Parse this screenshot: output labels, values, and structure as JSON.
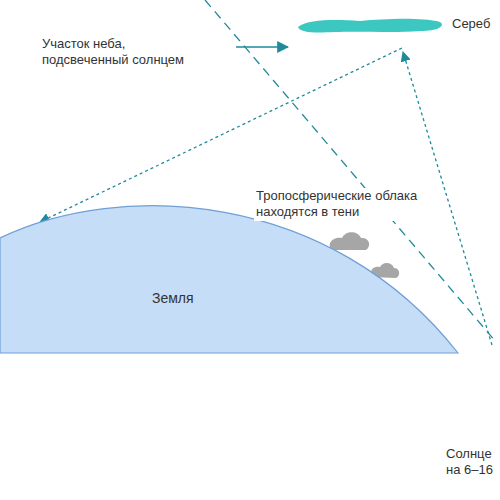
{
  "diagram": {
    "nodes": [
      {
        "text": [
          "Земля"
        ]
      }
    ],
    "labels": [
      "Участок неба, подсвеченный солнцем",
      "Сереб",
      "Тропосферические облака находятся в тени",
      "Солнце на 6–16"
    ]
  }
}
